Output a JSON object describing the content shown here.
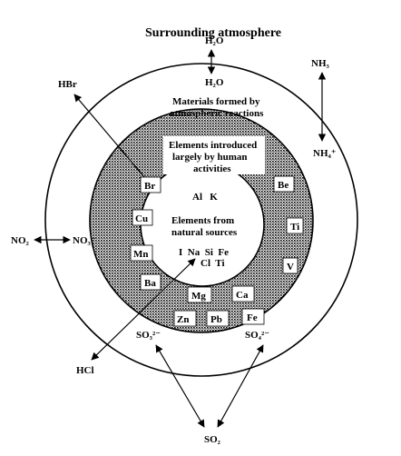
{
  "title": "Surrounding atmosphere",
  "outer_ring": {
    "label_line1": "Materials formed by",
    "label_line2": "atmospheric reactions"
  },
  "middle_ring": {
    "label_line1": "Elements introduced",
    "label_line2": "largely by human",
    "label_line3": "activities",
    "elements": [
      "Br",
      "Cu",
      "Mn",
      "Ba",
      "Be",
      "Ti",
      "V",
      "Mg",
      "Ca",
      "Zn",
      "Pb",
      "Fe"
    ]
  },
  "inner_circle": {
    "top_elements": "Al   K",
    "label_line1": "Elements from",
    "label_line2": "natural sources",
    "bottom_line1": "I  Na  Si  Fe",
    "bottom_line2": "Cl  Ti"
  },
  "species": {
    "h2o": "H₂O",
    "nh3": "NH₃",
    "nh4": "NH₄⁺",
    "hbr": "HBr",
    "no2": "NO₂",
    "no3": "NO₃⁻",
    "so3": "SO₃²⁻",
    "so4": "SO₄²⁻",
    "so2": "SO₂",
    "hcl": "HCl"
  }
}
